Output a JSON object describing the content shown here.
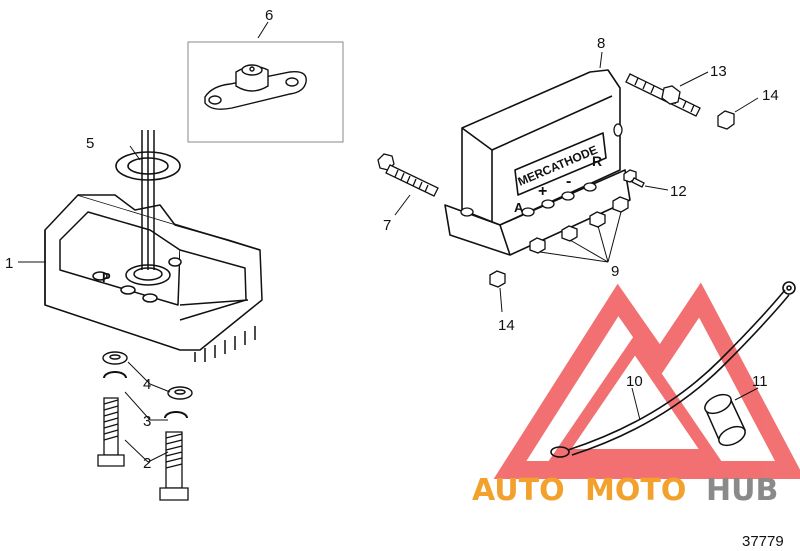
{
  "callouts": [
    "1",
    "2",
    "3",
    "4",
    "5",
    "6",
    "7",
    "8",
    "9",
    "10",
    "11",
    "12",
    "13",
    "14"
  ],
  "part_labels": {
    "module_brand": "MERCATHODE",
    "terminal_a": "A",
    "terminal_plus": "+",
    "terminal_minus": "-",
    "terminal_r": "R",
    "bracket_mark": "P"
  },
  "drawing_number": "37779",
  "watermark": {
    "part1": "AUTO",
    "part2": "MOTO",
    "part3": "HUB",
    "colors": {
      "triangle": "#f0585a",
      "orange": "#f2a12c",
      "gray": "#8a8a8a"
    }
  }
}
